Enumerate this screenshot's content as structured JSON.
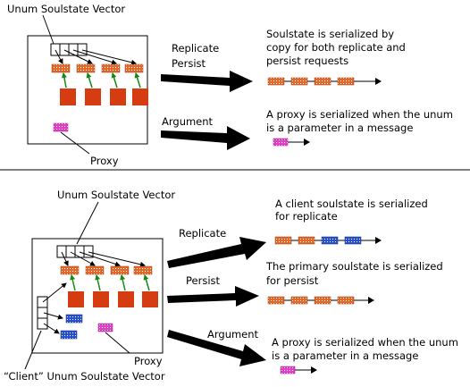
{
  "colors": {
    "orange": "#e06a2c",
    "red_box": "#d63c12",
    "green_arrow": "#108a10",
    "blue": "#2a52c8",
    "magenta": "#e040c8",
    "black": "#000000"
  },
  "top": {
    "vector_label": "Unum Soulstate Vector",
    "proxy_label": "Proxy",
    "arrow_label_replicate": "Replicate",
    "arrow_label_persist": "Persist",
    "arrow_label_argument": "Argument",
    "desc_soulstate_1": "Soulstate is serialized by",
    "desc_soulstate_2": "copy for both replicate and",
    "desc_soulstate_3": "persist requests",
    "desc_proxy_1": "A proxy is serialized when the unum",
    "desc_proxy_2": "is a parameter in a message"
  },
  "bottom": {
    "vector_label": "Unum Soulstate Vector",
    "proxy_label": "Proxy",
    "client_vector_label": "“Client” Unum Soulstate Vector",
    "arrow_label_replicate": "Replicate",
    "arrow_label_persist": "Persist",
    "arrow_label_argument": "Argument",
    "desc_replicate_1": "A client soulstate is serialized",
    "desc_replicate_2": "for replicate",
    "desc_persist_1": "The primary soulstate is serialized",
    "desc_persist_2": "for persist",
    "desc_proxy_1": "A proxy is serialized when the unum",
    "desc_proxy_2": "is a parameter in a message"
  }
}
